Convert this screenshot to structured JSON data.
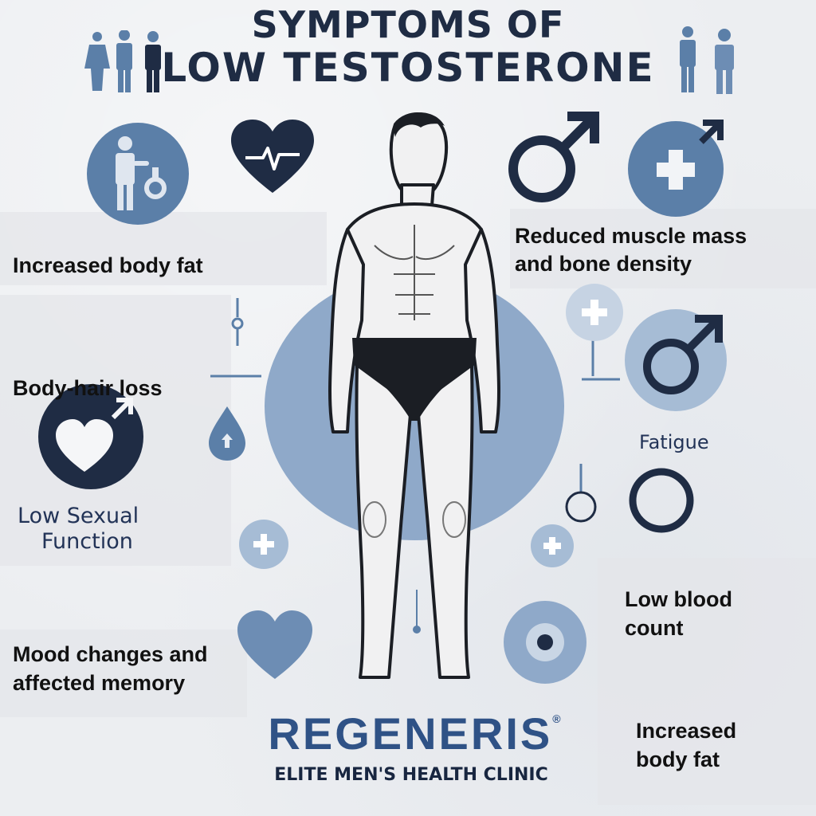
{
  "title": {
    "line1": "SYMPTOMS OF",
    "line2": "LOW TESTOSTERONE"
  },
  "symptoms": {
    "body_fat_left": "Increased body fat",
    "muscle_bone": [
      "Reduced muscle mass",
      "and bone density"
    ],
    "hair_loss": "Body-hair loss",
    "fatigue": "Fatigue",
    "sexual_function": [
      "Low Sexual",
      "Function"
    ],
    "mood_memory": [
      "Mood changes and",
      "affected memory"
    ],
    "blood_count": [
      "Low blood",
      "count"
    ],
    "body_fat_right": [
      "Increased",
      "body fat"
    ]
  },
  "brand": {
    "name": "REGENERIS",
    "registered": "®",
    "tagline": "ELITE MEN'S HEALTH CLINIC"
  },
  "colors": {
    "navy": "#1f2c44",
    "blue": "#5b7fa8",
    "light_blue": "#a6bcd5",
    "disc": "#8fa9c9",
    "brand_blue": "#2f5286",
    "background": "#eceef1"
  },
  "icons": [
    "people-group-icon",
    "people-pair-icon",
    "person-with-lock-icon",
    "heart-pulse-icon",
    "male-symbol-icon",
    "male-plus-icon",
    "heart-male-icon",
    "plus-circle-icon",
    "drop-icon",
    "heart-icon",
    "ring-icon",
    "plus-icon"
  ]
}
